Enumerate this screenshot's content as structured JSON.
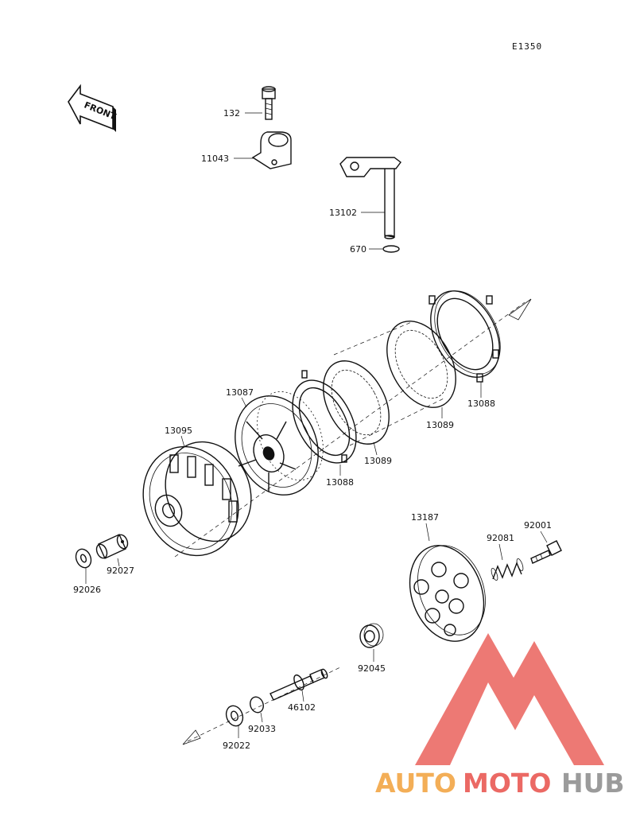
{
  "diagram_code": "E1350",
  "front_label": "FRONT",
  "parts": {
    "p132": "132",
    "p11043": "11043",
    "p13102": "13102",
    "p670": "670",
    "p13087": "13087",
    "p13095": "13095",
    "p13088a": "13088",
    "p13088b": "13088",
    "p13089a": "13089",
    "p13089b": "13089",
    "p92027": "92027",
    "p92026": "92026",
    "p13187": "13187",
    "p92081": "92081",
    "p92001": "92001",
    "p92045": "92045",
    "p46102": "46102",
    "p92033": "92033",
    "p92022": "92022"
  },
  "watermark": {
    "part1": "AUTO",
    "part2": "MOTO",
    "part3": "HUB",
    "color1": "#f2a13a",
    "color2": "#e8504a",
    "color3": "#8a8a8a"
  }
}
